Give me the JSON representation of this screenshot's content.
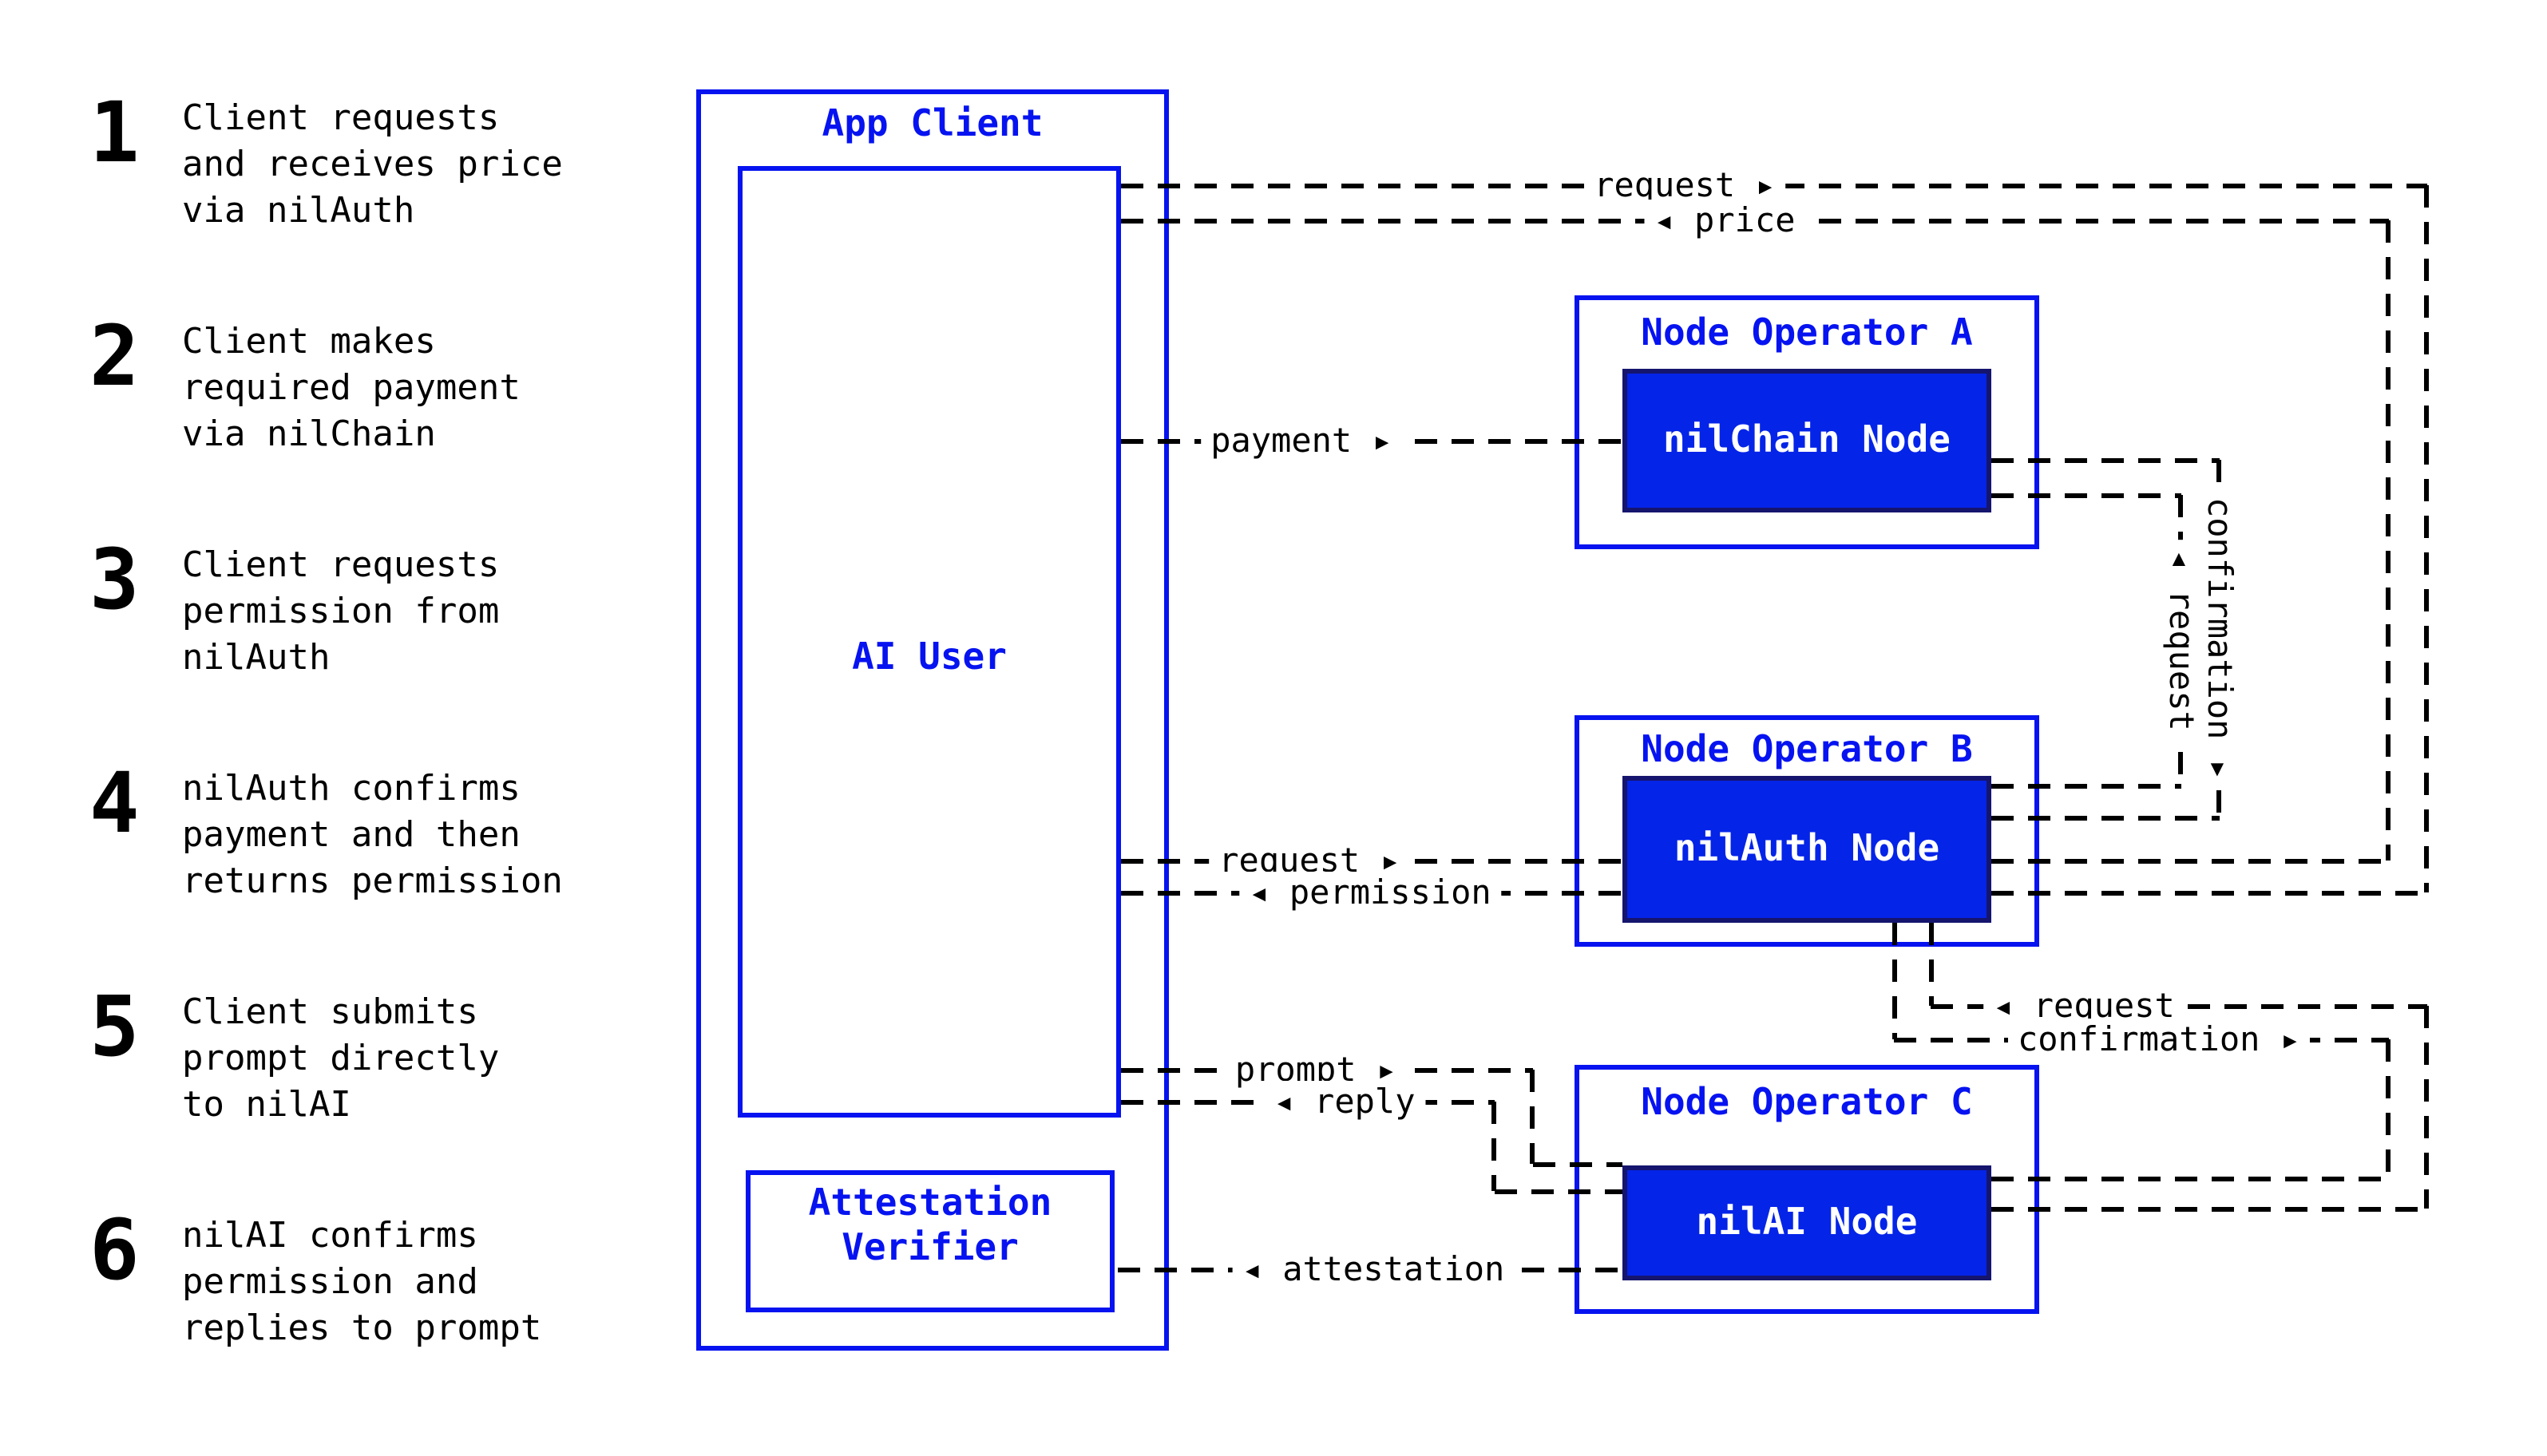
{
  "steps": [
    {
      "number": "1",
      "lines": [
        "Client requests",
        "and receives price",
        "via nilAuth"
      ]
    },
    {
      "number": "2",
      "lines": [
        "Client makes",
        "required payment",
        "via nilChain"
      ]
    },
    {
      "number": "3",
      "lines": [
        "Client requests",
        "permission from",
        "nilAuth"
      ]
    },
    {
      "number": "4",
      "lines": [
        "nilAuth confirms",
        "payment and then",
        "returns permission"
      ]
    },
    {
      "number": "5",
      "lines": [
        "Client submits",
        "prompt directly",
        "to nilAI"
      ]
    },
    {
      "number": "6",
      "lines": [
        "nilAI confirms",
        "permission and",
        "replies to prompt"
      ]
    }
  ],
  "boxes": {
    "app_client": "App Client",
    "ai_user": "AI User",
    "attestation_verifier_line1": "Attestation",
    "attestation_verifier_line2": "Verifier",
    "node_operator_a": "Node Operator A",
    "node_operator_b": "Node Operator B",
    "node_operator_c": "Node Operator C",
    "nilchain_node": "nilChain Node",
    "nilauth_node": "nilAuth Node",
    "nilai_node": "nilAI Node"
  },
  "edge_labels": {
    "request_top": "request ▸",
    "price": "◂ price",
    "payment": "payment ▸",
    "request_ab_vertical": "◂ request",
    "confirmation_ab_vertical": "confirmation ▸",
    "request_b": "request ▸",
    "permission": "◂ permission",
    "request_bc": "◂ request",
    "confirmation_bc": "confirmation ▸",
    "prompt": "prompt ▸",
    "reply": "◂ reply",
    "attestation": "◂ attestation"
  },
  "colors": {
    "accent": "#0613f0",
    "node_fill": "#0424e8",
    "node_border": "#15156e",
    "line_color": "#000000",
    "bg": "#ffffff",
    "text": "#000000"
  }
}
